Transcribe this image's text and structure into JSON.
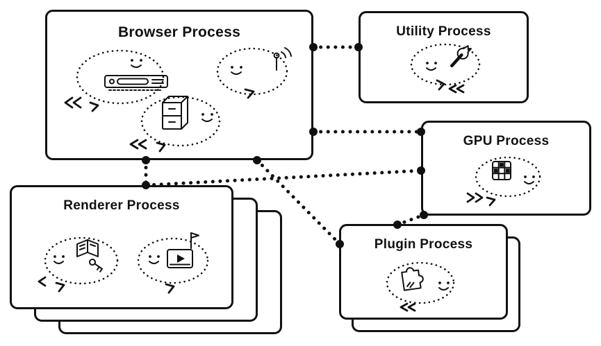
{
  "diagram": {
    "nodes": {
      "browser": {
        "label": "Browser Process",
        "doodles": [
          "browser-toolbar-icon",
          "network-antenna-icon",
          "storage-cabinet-icon"
        ]
      },
      "utility": {
        "label": "Utility Process",
        "doodles": [
          "wrench-icon"
        ]
      },
      "gpu": {
        "label": "GPU Process",
        "doodles": [
          "gpu-chip-icon"
        ]
      },
      "renderer": {
        "label": "Renderer Process",
        "doodles": [
          "book-icon",
          "key-icon",
          "media-player-icon",
          "flag-icon"
        ],
        "stack_count": 3
      },
      "plugin": {
        "label": "Plugin Process",
        "doodles": [
          "puzzle-icon"
        ],
        "stack_count": 2
      }
    },
    "connections": [
      {
        "from": "Browser Process",
        "to": "Utility Process"
      },
      {
        "from": "Browser Process",
        "to": "GPU Process"
      },
      {
        "from": "Browser Process",
        "to": "Renderer Process"
      },
      {
        "from": "Browser Process",
        "to": "Plugin Process"
      },
      {
        "from": "Renderer Process",
        "to": "GPU Process"
      },
      {
        "from": "Plugin Process",
        "to": "GPU Process"
      }
    ],
    "line_style": "dotted",
    "colors": {
      "ink": "#111111",
      "background": "#ffffff"
    }
  }
}
